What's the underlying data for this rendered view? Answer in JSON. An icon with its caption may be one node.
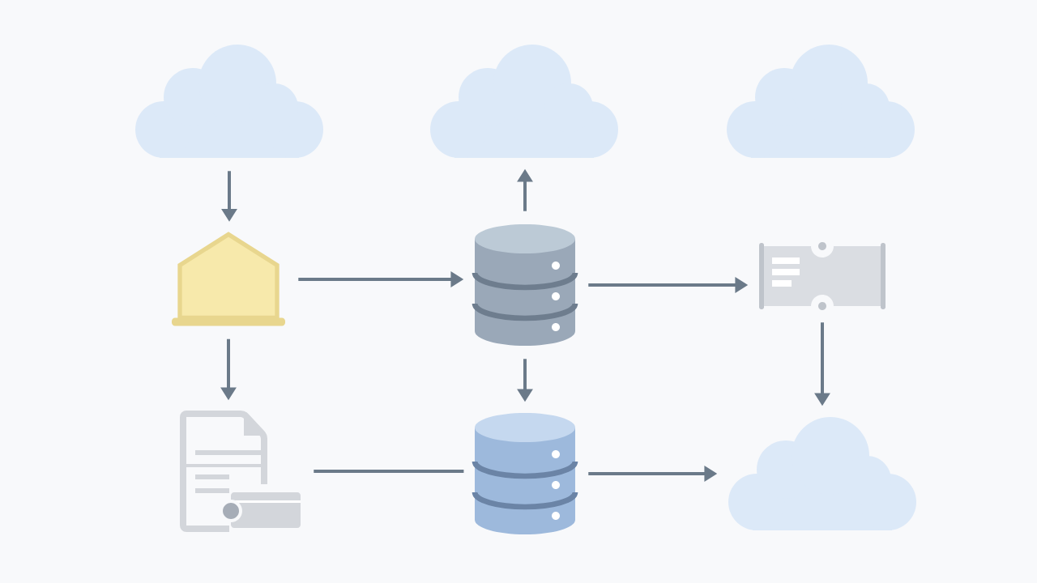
{
  "diagram": {
    "nodes": [
      {
        "text": [],
        "shape": "cloud"
      },
      {
        "text": [],
        "shape": "cloud"
      },
      {
        "text": [],
        "shape": "cloud"
      },
      {
        "text": [],
        "shape": "house"
      },
      {
        "text": [],
        "shape": "cylinder"
      },
      {
        "text": [],
        "shape": "box"
      },
      {
        "text": [],
        "shape": "document"
      },
      {
        "text": [],
        "shape": "cylinder"
      },
      {
        "text": [],
        "shape": "cloud"
      }
    ],
    "edges": [
      {
        "from": 0,
        "to": 3,
        "arrow": "to"
      },
      {
        "from": 4,
        "to": 1,
        "arrow": "to"
      },
      {
        "from": 3,
        "to": 4,
        "arrow": "to"
      },
      {
        "from": 4,
        "to": 5,
        "arrow": "to"
      },
      {
        "from": 3,
        "to": 6,
        "arrow": "to"
      },
      {
        "from": 4,
        "to": 7,
        "arrow": "to"
      },
      {
        "from": 5,
        "to": 8,
        "arrow": "to"
      },
      {
        "from": 6,
        "to": 7,
        "arrow": "none"
      },
      {
        "from": 7,
        "to": 8,
        "arrow": "to"
      }
    ]
  }
}
